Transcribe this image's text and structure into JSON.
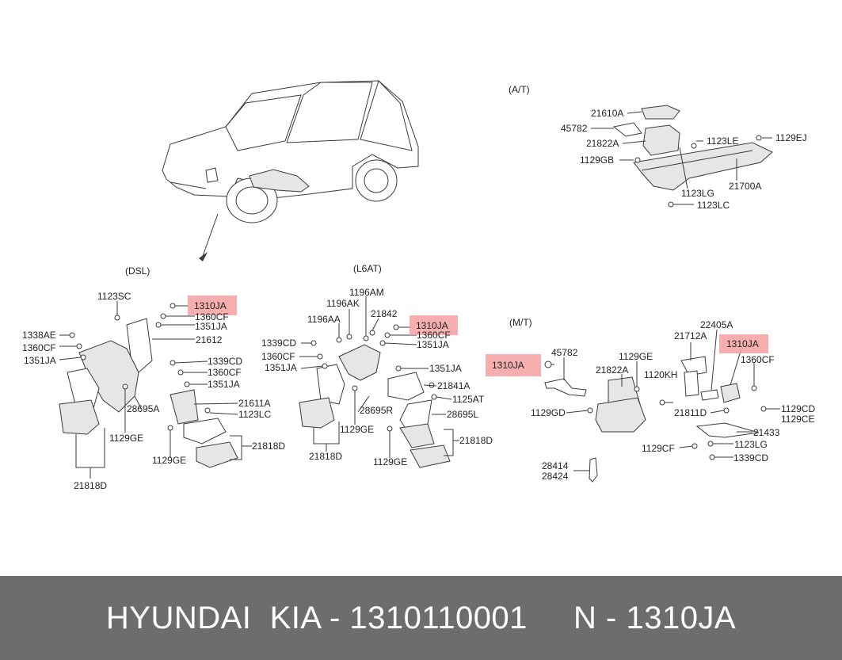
{
  "sections": {
    "at": "(A/T)",
    "dsl": "(DSL)",
    "l6at": "(L6AT)",
    "mt": "(M/T)"
  },
  "labels": {
    "at": [
      "21610A",
      "45782",
      "21822A",
      "1123LE",
      "1129EJ",
      "1129GB",
      "1123LG",
      "21700A",
      "1123LC"
    ],
    "dsl": [
      "1123SC",
      "1310JA",
      "1360CF",
      "1351JA",
      "1338AE",
      "1360CF",
      "1351JA",
      "21612",
      "1339CD",
      "1360CF",
      "1351JA",
      "28695A",
      "21611A",
      "1123LC",
      "1129GE",
      "1129GE",
      "21818D",
      "21818D"
    ],
    "l6at": [
      "1196AM",
      "1196AK",
      "21842",
      "1196AA",
      "1310JA",
      "1360CF",
      "1351JA",
      "1339CD",
      "1360CF",
      "1351JA",
      "1351JA",
      "21841A",
      "1125AT",
      "28695R",
      "28695L",
      "1129GE",
      "21818D",
      "21818D",
      "1129GE"
    ],
    "mt": [
      "45782",
      "1129GE",
      "22405A",
      "21712A",
      "1310JA",
      "1310JA",
      "21822A",
      "1120KH",
      "1360CF",
      "1129GD",
      "21811D",
      "1129CD",
      "1129CE",
      "21433",
      "1129CF",
      "1123LG",
      "1339CD",
      "28414",
      "28424"
    ]
  },
  "highlight_color": "#f4a0a0",
  "footer": {
    "brand": "HYUNDAI  KIA - 1310110001",
    "part": "N - 1310JA"
  }
}
